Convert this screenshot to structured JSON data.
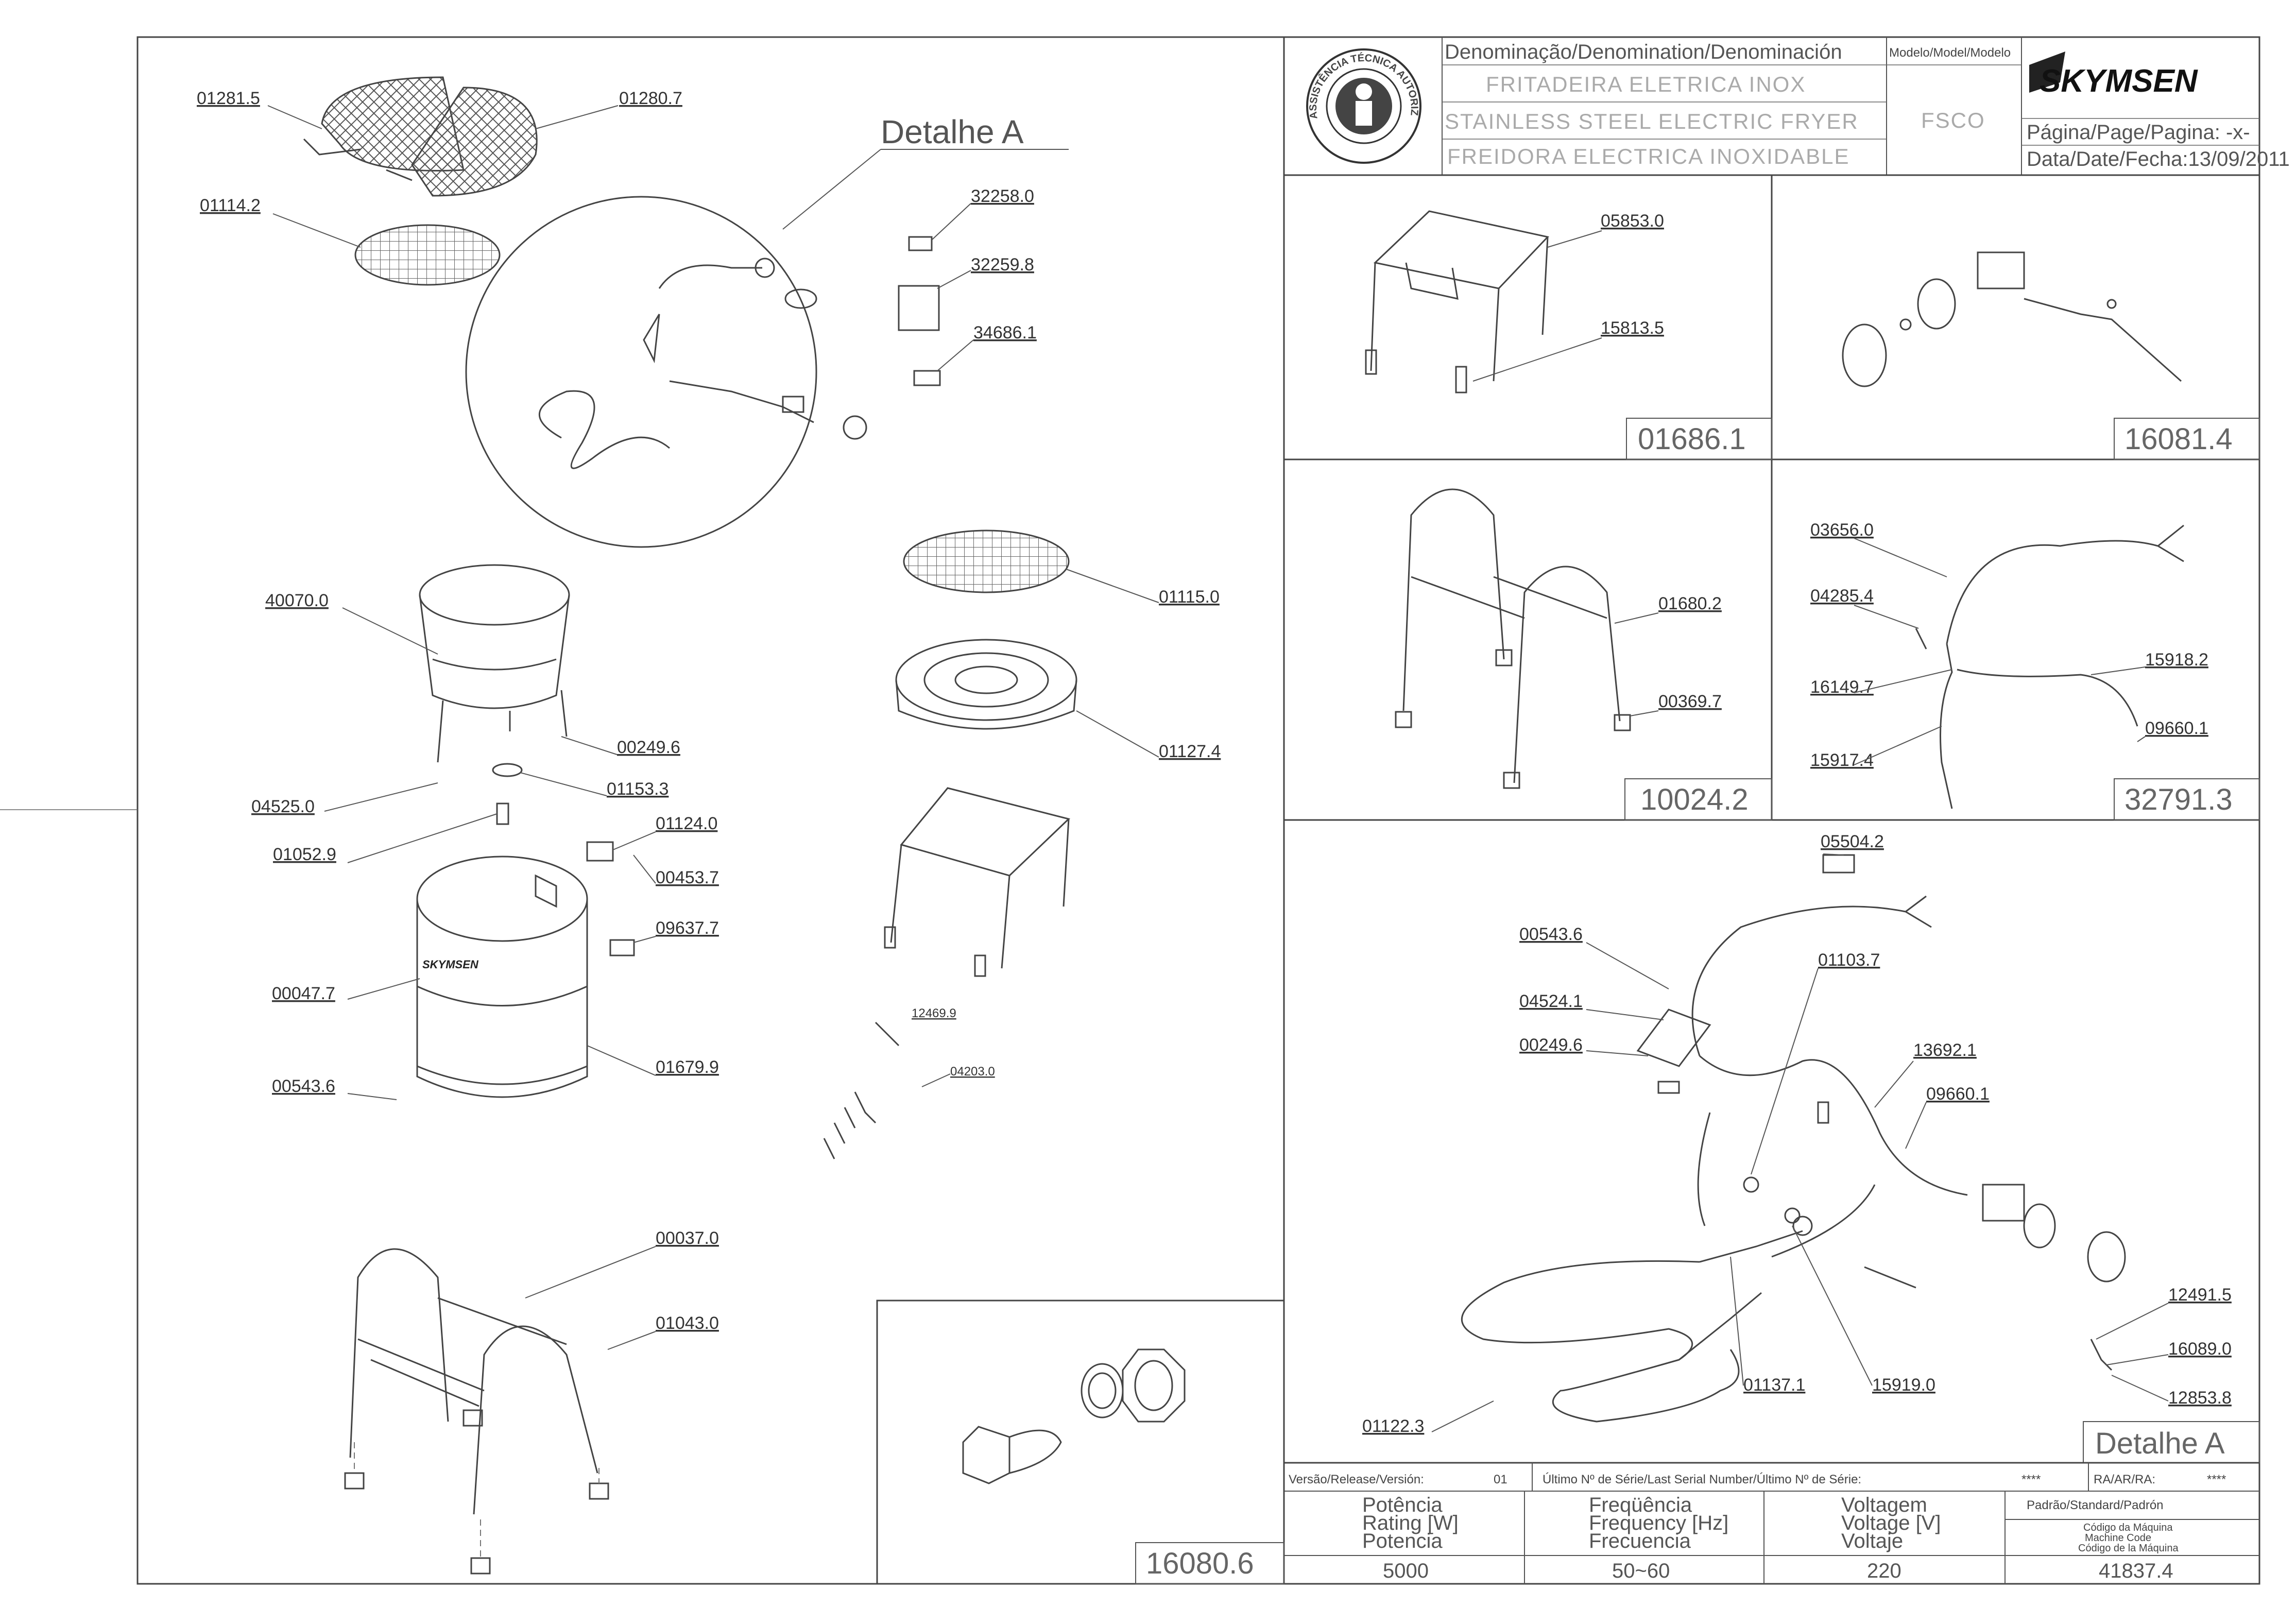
{
  "title_block": {
    "denomination_label": "Denominação/Denomination/Denominación",
    "name_pt": "FRITADEIRA ELETRICA INOX",
    "name_en": "STAINLESS STEEL ELECTRIC FRYER",
    "name_es": "FREIDORA ELECTRICA INOXIDABLE",
    "model_label": "Modelo/Model/Modelo",
    "model_value": "FSCO",
    "brand": "SKYMSEN",
    "page_label": "Página/Page/Pagina: -x-",
    "date_label": "Data/Date/Fecha:13/09/2011",
    "seal_text": "ASSISTÊNCIA TÉCNICA AUTORIZADA"
  },
  "footer": {
    "version_label": "Versão/Release/Versión:",
    "version_value": "01",
    "serial_label": "Último Nº de Série/Last Serial Number/Último Nº de Série:",
    "serial_value": "****",
    "ra_label": "RA/AR/RA:",
    "ra_value": "****",
    "power_labels": [
      "Potência",
      "Rating [W]",
      "Potencia"
    ],
    "power_value": "5000",
    "frequency_labels": [
      "Freqüência",
      "Frequency [Hz]",
      "Frecuencia"
    ],
    "frequency_value": "50~60",
    "voltage_labels": [
      "Voltagem",
      "Voltage [V]",
      "Voltaje"
    ],
    "voltage_value": "220",
    "standard_label": "Padrão/Standard/Padrón",
    "machine_code_labels": [
      "Código da Máquina",
      "Machine Code",
      "Código de la Máquina"
    ],
    "machine_code_value": "41837.4"
  },
  "detail_label": "Detalhe A",
  "main_parts": [
    {
      "code": "01281.5"
    },
    {
      "code": "01280.7"
    },
    {
      "code": "01114.2"
    },
    {
      "code": "32258.0"
    },
    {
      "code": "32259.8"
    },
    {
      "code": "34686.1"
    },
    {
      "code": "40070.0"
    },
    {
      "code": "00249.6"
    },
    {
      "code": "01153.3"
    },
    {
      "code": "04525.0"
    },
    {
      "code": "01052.9"
    },
    {
      "code": "01124.0"
    },
    {
      "code": "00453.7"
    },
    {
      "code": "09637.7"
    },
    {
      "code": "00047.7"
    },
    {
      "code": "01679.9"
    },
    {
      "code": "00543.6"
    },
    {
      "code": "01115.0"
    },
    {
      "code": "01127.4"
    },
    {
      "code": "12469.9"
    },
    {
      "code": "04203.0"
    },
    {
      "code": "00037.0"
    },
    {
      "code": "01043.0"
    }
  ],
  "panels": [
    {
      "code": "01686.1",
      "parts": [
        "05853.0",
        "15813.5"
      ]
    },
    {
      "code": "16081.4",
      "parts": []
    },
    {
      "code": "10024.2",
      "parts": [
        "01680.2",
        "00369.7"
      ]
    },
    {
      "code": "32791.3",
      "parts": [
        "03656.0",
        "04285.4",
        "16149.7",
        "15917.4",
        "15918.2",
        "09660.1"
      ]
    },
    {
      "code": "16080.6",
      "parts": []
    }
  ],
  "detail_a_parts": [
    "05504.2",
    "00543.6",
    "04524.1",
    "00249.6",
    "01103.7",
    "13692.1",
    "09660.1",
    "12491.5",
    "16089.0",
    "12853.8",
    "01122.3",
    "01137.1",
    "15919.0"
  ]
}
